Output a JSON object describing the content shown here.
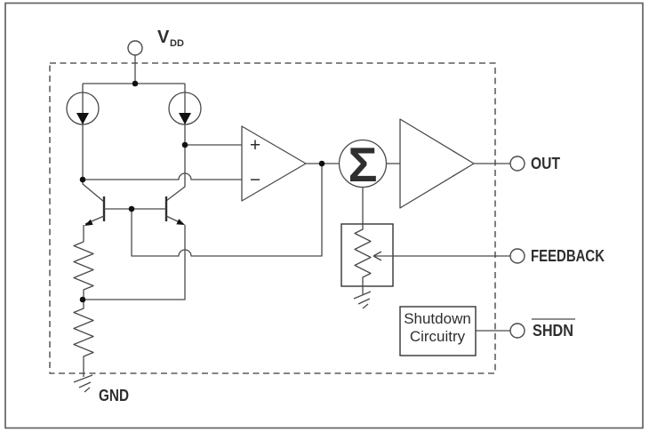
{
  "figure": {
    "type": "ic-block-diagram",
    "pins": {
      "vdd_main": "V",
      "vdd_sub": "DD",
      "out": "OUT",
      "feedback": "FEEDBACK",
      "shdn": "SHDN",
      "gnd": "GND"
    },
    "blocks": {
      "shutdown_line1": "Shutdown",
      "shutdown_line2": "Circuitry"
    },
    "symbols": {
      "opamp_plus": "+",
      "opamp_minus": "−",
      "summing": "Σ"
    },
    "colors": {
      "background": "#ffffff",
      "line": "#4a4a4a",
      "text": "#2f2f2f",
      "page_border": "#5a5a5a"
    }
  }
}
